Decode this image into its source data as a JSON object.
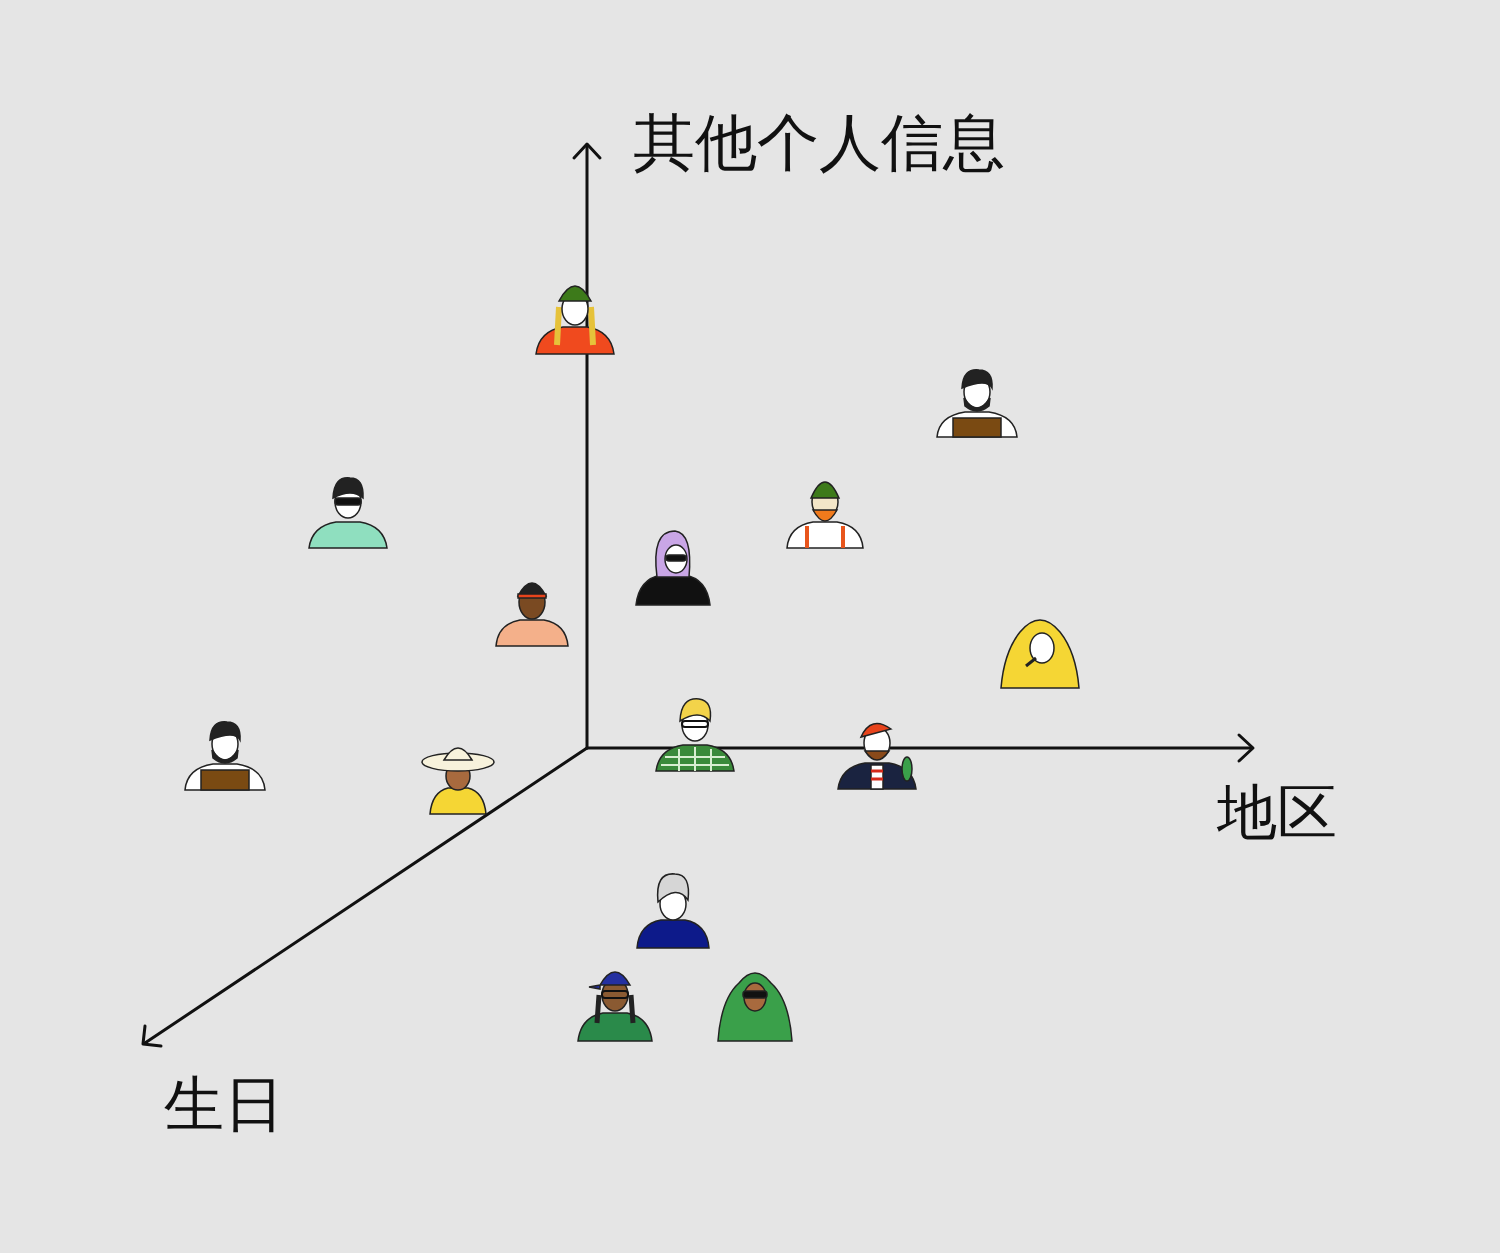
{
  "diagram": {
    "labels": [
      "其他个人信息",
      "地区",
      "生日"
    ]
  }
}
